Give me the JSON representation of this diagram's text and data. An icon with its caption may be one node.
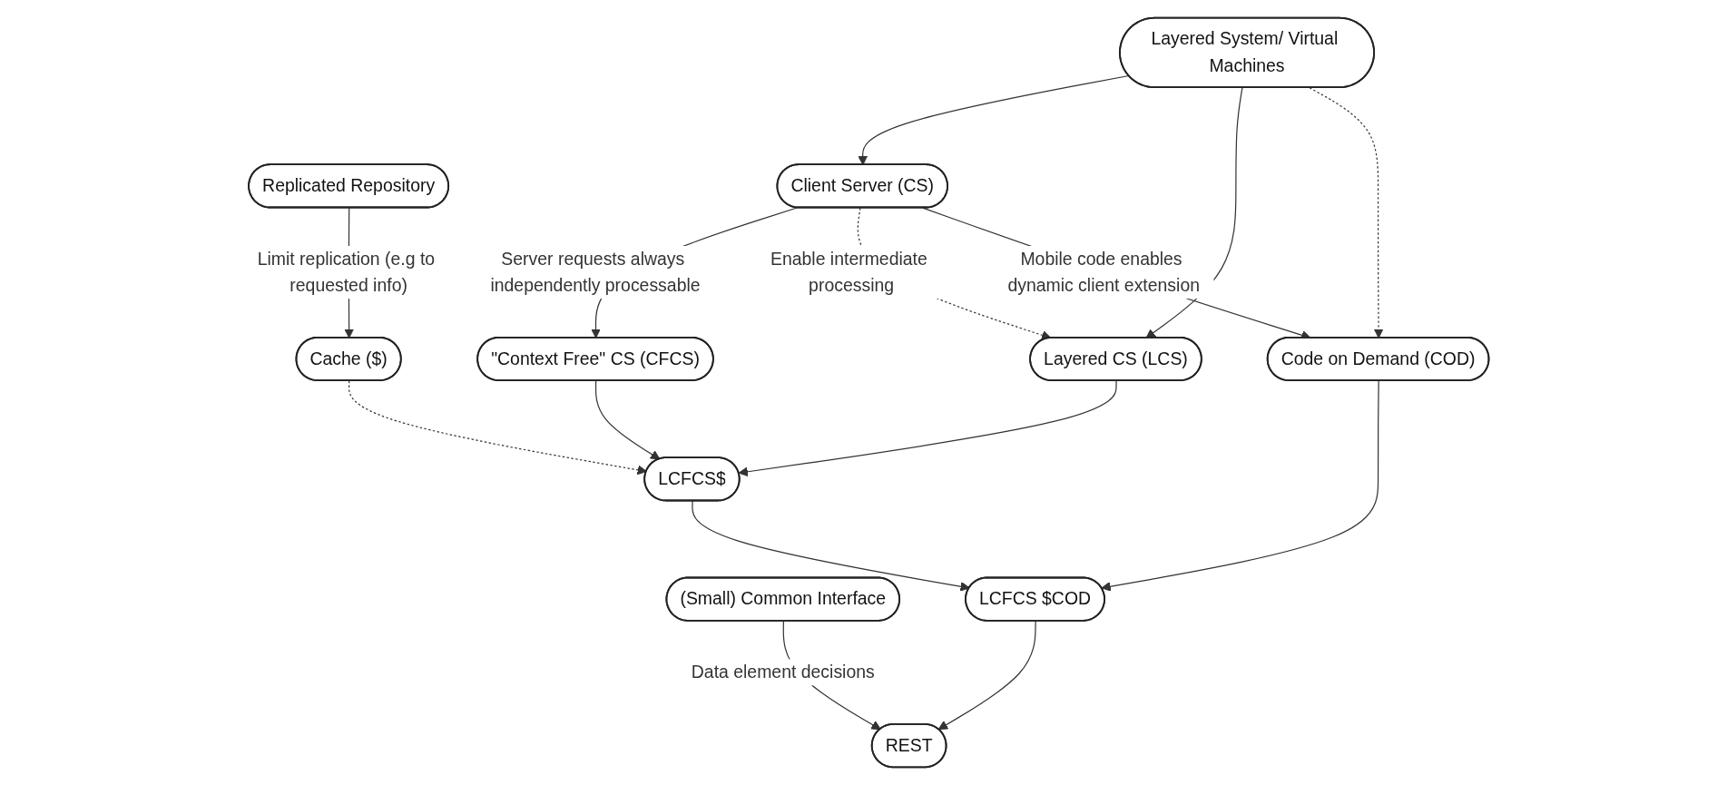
{
  "diagram": {
    "nodes": [
      {
        "text": [
          "Replicated Repository"
        ]
      },
      {
        "text": [
          "Layered System/ Virtual Machines"
        ]
      },
      {
        "text": [
          "(Small) Common Interface"
        ]
      },
      {
        "text": [
          "Client Server (CS)"
        ]
      },
      {
        "text": [
          "Cache ($)"
        ]
      },
      {
        "text": [
          "\"Context Free\" CS (CFCS)"
        ]
      },
      {
        "text": [
          "Layered CS (LCS)"
        ]
      },
      {
        "text": [
          "Code on Demand (COD)"
        ]
      },
      {
        "text": [
          "LCFCS$"
        ]
      },
      {
        "text": [
          "LCFCS $COD"
        ]
      },
      {
        "text": [
          "REST"
        ]
      }
    ],
    "edges": [
      {
        "from": 0,
        "to": 4,
        "arrow": "to",
        "label": "Limit replication (e.g to requested info)"
      },
      {
        "from": 1,
        "to": 3,
        "arrow": "to"
      },
      {
        "from": 1,
        "to": 6,
        "arrow": "to"
      },
      {
        "from": 1,
        "to": 7,
        "arrow": "to",
        "style": "dashed"
      },
      {
        "from": 3,
        "to": 5,
        "arrow": "to",
        "label": "Server requests always independently processable"
      },
      {
        "from": 3,
        "to": 6,
        "arrow": "to",
        "style": "dashed",
        "label": "Enable intermediate processing"
      },
      {
        "from": 3,
        "to": 7,
        "arrow": "to",
        "label": "Mobile code enables dynamic client extension"
      },
      {
        "from": 2,
        "to": 10,
        "arrow": "to",
        "label": "Data element decisions"
      },
      {
        "from": 4,
        "to": 8,
        "arrow": "to",
        "style": "dashed"
      },
      {
        "from": 5,
        "to": 8,
        "arrow": "to"
      },
      {
        "from": 6,
        "to": 8,
        "arrow": "to"
      },
      {
        "from": 8,
        "to": 9,
        "arrow": "to"
      },
      {
        "from": 7,
        "to": 9,
        "arrow": "to"
      },
      {
        "from": 9,
        "to": 10,
        "arrow": "to"
      }
    ]
  }
}
